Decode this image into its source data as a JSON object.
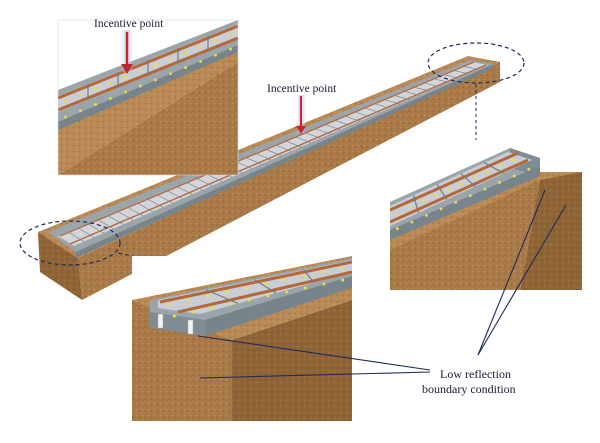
{
  "labels": {
    "incentive_inset": "Incentive point",
    "incentive_main": "Incentive point",
    "boundary_line1": "Low reflection",
    "boundary_line2": "boundary condition"
  },
  "colors": {
    "soil_top": "#b98a55",
    "soil_front": "#a97a48",
    "soil_side": "#8c6236",
    "concrete": "#9aa5ab",
    "concrete_dark": "#78848b",
    "slab": "#c9ced4",
    "rail": "#b5673a",
    "arrow": "#c0282e",
    "callout": "#1f2a5c"
  }
}
